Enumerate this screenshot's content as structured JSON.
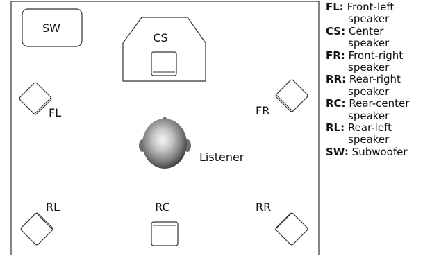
{
  "diagram": {
    "speakers": {
      "sw": {
        "label": "SW"
      },
      "cs": {
        "label": "CS"
      },
      "fl": {
        "label": "FL"
      },
      "fr": {
        "label": "FR"
      },
      "rl": {
        "label": "RL"
      },
      "rc": {
        "label": "RC"
      },
      "rr": {
        "label": "RR"
      }
    },
    "listener": {
      "label": "Listener"
    },
    "colors": {
      "outline": "#333333",
      "head_highlight": "#f2f2f2",
      "head_shadow": "#3a3a3a"
    }
  },
  "legend": {
    "entries": [
      {
        "key": "FL:",
        "first": "Front-left",
        "rest": "speaker"
      },
      {
        "key": "CS:",
        "first": "Center",
        "rest": "speaker"
      },
      {
        "key": "FR:",
        "first": "Front-right",
        "rest": "speaker"
      },
      {
        "key": "RR:",
        "first": "Rear-right",
        "rest": "speaker"
      },
      {
        "key": "RC:",
        "first": "Rear-center",
        "rest": "speaker"
      },
      {
        "key": "RL:",
        "first": "Rear-left",
        "rest": "speaker"
      },
      {
        "key": "SW:",
        "first": "Subwoofer",
        "rest": ""
      }
    ]
  }
}
